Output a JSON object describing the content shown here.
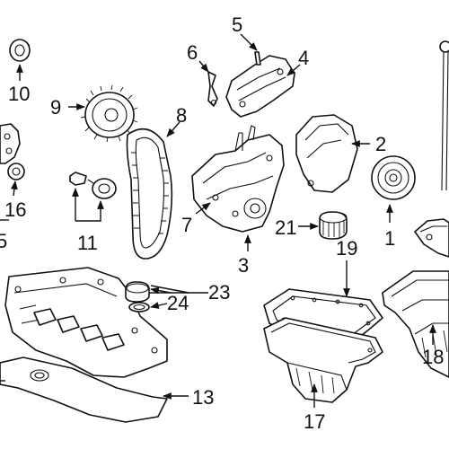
{
  "callouts": {
    "c1": "1",
    "c2": "2",
    "c3": "3",
    "c4": "4",
    "c5": "5",
    "c6": "6",
    "c7": "7",
    "c8": "8",
    "c9": "9",
    "c10": "10",
    "c11": "11",
    "c13": "13",
    "c15": "5",
    "c16": "16",
    "c17": "17",
    "c18": "18",
    "c19": "19",
    "c21": "21",
    "c23": "23",
    "c24": "24"
  }
}
